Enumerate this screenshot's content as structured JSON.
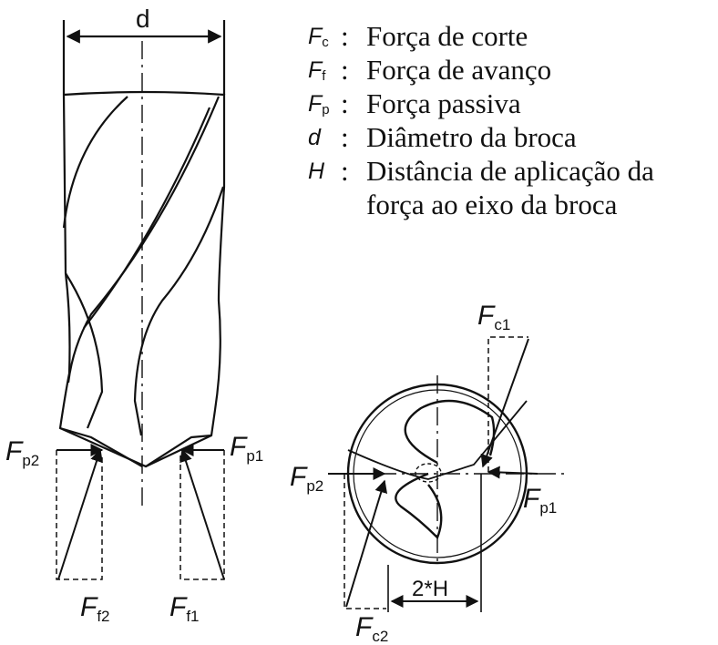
{
  "legend": {
    "fc_symbol": "F",
    "fc_sub": "c",
    "fc_desc": "Força de corte",
    "ff_symbol": "F",
    "ff_sub": "f",
    "ff_desc": "Força de avanço",
    "fp_symbol": "F",
    "fp_sub": "p",
    "fp_desc": "Força passiva",
    "d_symbol": "d",
    "d_desc": "Diâmetro da broca",
    "h_symbol": "H",
    "h_desc_line1": "Distância de aplicação da",
    "h_desc_line2": "força ao eixo da broca",
    "colon": ":"
  },
  "side_view": {
    "d_label": "d",
    "fp2_main": "F",
    "fp2_sub": "p2",
    "fp1_main": "F",
    "fp1_sub": "p1",
    "ff2_main": "F",
    "ff2_sub": "f2",
    "ff1_main": "F",
    "ff1_sub": "f1"
  },
  "end_view": {
    "fc1_main": "F",
    "fc1_sub": "c1",
    "fc2_main": "F",
    "fc2_sub": "c2",
    "fp2_main": "F",
    "fp2_sub": "p2",
    "fp1_main": "F",
    "fp1_sub": "p1",
    "h_label": "2*H"
  }
}
